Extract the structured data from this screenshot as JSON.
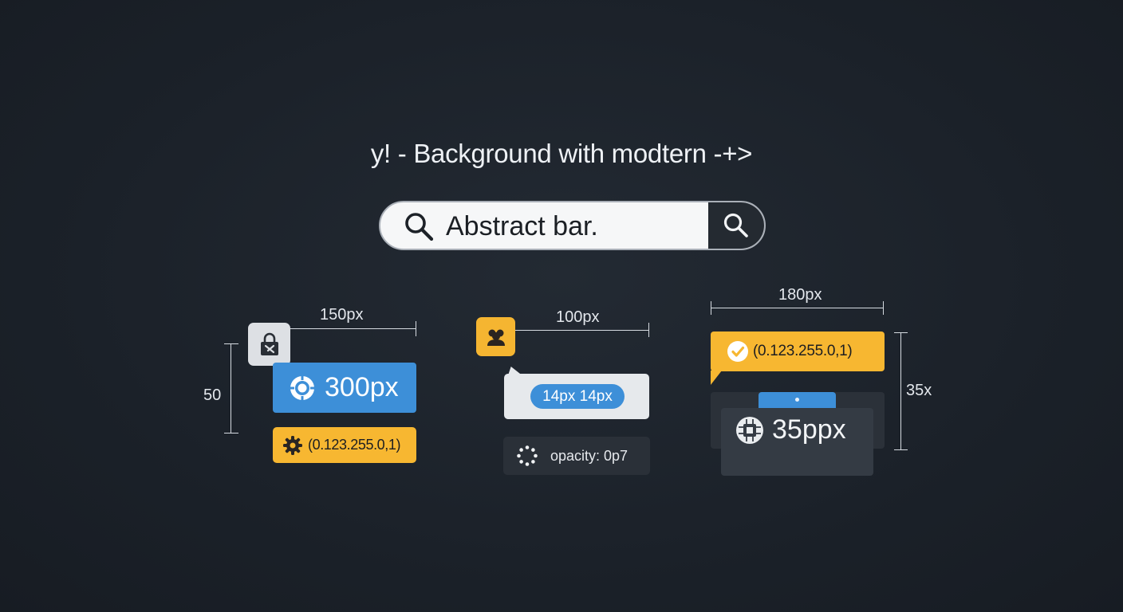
{
  "header": {
    "title": "y! - Background with modtern -+>"
  },
  "search": {
    "placeholder": "Abstract bar."
  },
  "colors": {
    "blue": "#3d8fd8",
    "amber": "#f7b731",
    "dark": "#2a3038",
    "background": "#1b2129"
  },
  "group_left": {
    "width_label": "150px",
    "height_label": "50",
    "lock_icon": "lock-icon",
    "button_label": "300px",
    "button_icon": "target-icon",
    "tag_label": "(0.123.255.0,1)",
    "tag_icon": "gear-icon"
  },
  "group_middle": {
    "width_label": "100px",
    "user_icon": "user-icon",
    "pill_label": "14px 14px",
    "opacity_label": "opacity: 0p7",
    "opacity_icon": "loader-icon"
  },
  "group_right": {
    "width_label": "180px",
    "height_label": "35x",
    "toast_label": "(0.123.255.0,1)",
    "toast_icon": "check-icon",
    "card_label": "35ppx",
    "card_icon": "chip-icon"
  }
}
